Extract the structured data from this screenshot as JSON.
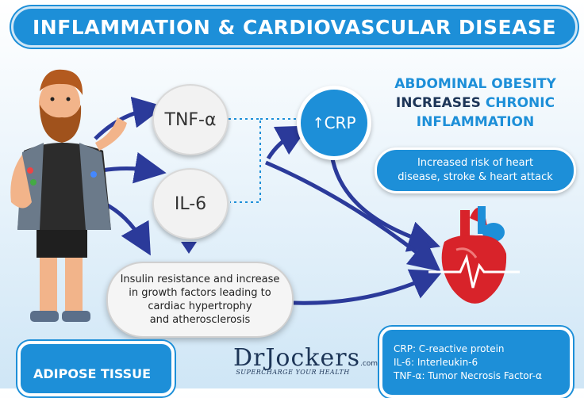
{
  "title": "INFLAMMATION & CARDIOVASCULAR DISEASE",
  "nodes": {
    "tnf": "TNF-α",
    "il6": "IL-6",
    "crp_arrow": "↑",
    "crp": "CRP"
  },
  "headline": {
    "line1": "ABDOMINAL OBESITY",
    "line2a": "INCREASES",
    "line2b": "CHRONIC",
    "line3": "INFLAMMATION"
  },
  "risk": {
    "line1": "Increased risk of heart",
    "line2": "disease, stroke & heart attack"
  },
  "insulin": {
    "line1": "Insulin resistance and increase",
    "line2": "in growth factors leading to",
    "line3": "cardiac hypertrophy",
    "line4": "and atherosclerosis"
  },
  "adipose_label": "ADIPOSE TISSUE",
  "logo": {
    "main_prefix": "Dr",
    "main_rest": "Jockers",
    "dot_com": ".com",
    "tagline": "SUPERCHARGE YOUR HEALTH"
  },
  "legend": [
    "CRP: C-reactive protein",
    "IL-6: Interleukin-6",
    "TNF-α: Tumor Necrosis Factor-α"
  ],
  "colors": {
    "accent_blue": "#1d8fd8",
    "navy": "#1d3557",
    "arrow": "#2b3a9a",
    "heart_red": "#d8232a"
  }
}
